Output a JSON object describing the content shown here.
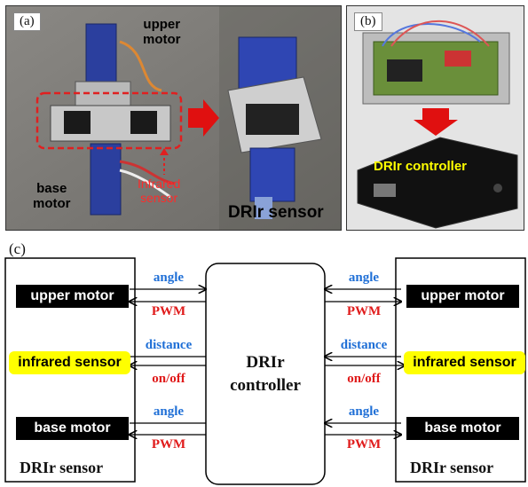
{
  "photos": {
    "a": {
      "panel_label": "(a)",
      "upper_motor": "upper\nmotor",
      "base_motor": "base\nmotor",
      "infrared_sensor": "Infrared\nsensor",
      "drir_sensor": "DRIr sensor"
    },
    "b": {
      "panel_label": "(b)",
      "drir_controller": "DRIr controller"
    }
  },
  "diagram": {
    "panel_label": "(c)",
    "center": {
      "line1": "DRIr",
      "line2": "controller"
    },
    "left_box": {
      "caption": "DRIr sensor",
      "upper": "upper motor",
      "infrared": "infrared sensor",
      "base": "base motor"
    },
    "right_box": {
      "caption": "DRIr sensor",
      "upper": "upper motor",
      "infrared": "infrared sensor",
      "base": "base motor"
    },
    "signals": {
      "angle": "angle",
      "pwm": "PWM",
      "distance": "distance",
      "onoff": "on/off"
    }
  },
  "colors": {
    "signal_blue": "#1f6fd6",
    "signal_red": "#e01b1b",
    "highlight_yellow": "#ffff00",
    "label_black": "#000000"
  }
}
